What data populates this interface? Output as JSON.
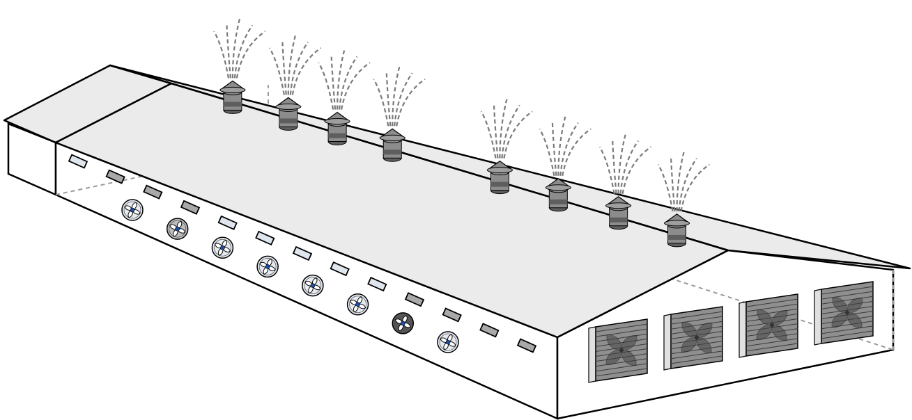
{
  "diagram": {
    "subject": "livestock-barn-ventilation",
    "colors": {
      "outline": "#000000",
      "roof_fill": "#ebebeb",
      "wall_fill": "#ffffff",
      "chimney_fill": "#8c8c8c",
      "chimney_dark": "#5e5e5e",
      "airflow_dash": "#7a7a7a",
      "hidden_edge_dash": "#9a9a9a",
      "fan_blade_blue": "#1f4fa8",
      "fan_housing_light": "#e6ebf2",
      "fan_housing_gray": "#bdbdbd",
      "fan_housing_dark": "#555555",
      "end_fan_fill": "#8f8f8f",
      "inlet_fill_light": "#dfe6ee",
      "inlet_fill_gray": "#a9a9a9"
    },
    "roof_chimney_count": 8,
    "side_wall_fan_count": 8,
    "side_wall_inlet_count": 13,
    "gable_end_fan_count": 4,
    "side_fan_shades": [
      "light",
      "gray",
      "light",
      "light",
      "light",
      "light",
      "dark",
      "light"
    ],
    "inlet_shades": [
      "light",
      "gray",
      "gray",
      "gray",
      "light",
      "light",
      "light",
      "light",
      "light",
      "gray",
      "gray",
      "gray",
      "gray"
    ]
  }
}
